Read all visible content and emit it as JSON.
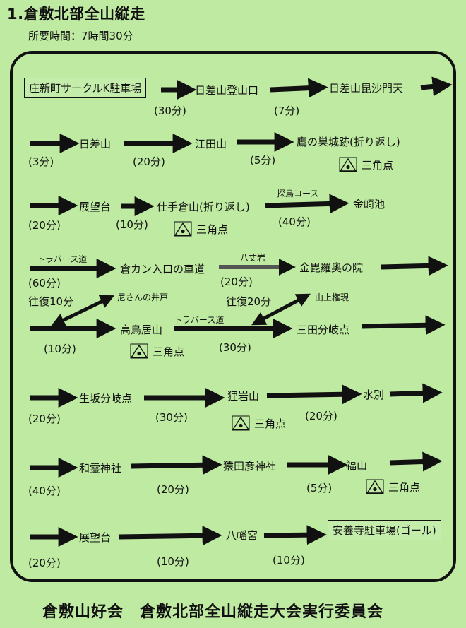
{
  "title": "1.倉敷北部全山縦走",
  "required_time": "所要時間：7時間30分",
  "start": "庄新町サークルK駐車場",
  "goal": "安養寺駐車場(ゴール)",
  "rows": [
    {
      "places": [
        "日差山登山口",
        "日差山毘沙門天"
      ],
      "durations": [
        "(30分)",
        "(7分)"
      ]
    },
    {
      "places": [
        "日差山",
        "江田山",
        "鷹の巣城跡(折り返し)"
      ],
      "durations": [
        "(3分)",
        "(20分)",
        "(5分)"
      ]
    },
    {
      "places": [
        "展望台",
        "仕手倉山(折り返し)",
        "金崎池"
      ],
      "durations": [
        "(20分)",
        "(10分)",
        "(40分)"
      ],
      "route_label": "探鳥コース"
    },
    {
      "places": [
        "倉カン入口の車道",
        "金毘羅奥の院"
      ],
      "durations": [
        "(60分)",
        "(20分)"
      ],
      "route_labels": [
        "トラバース道",
        "八丈岩"
      ]
    },
    {
      "places": [
        "高鳥居山",
        "三田分岐点"
      ],
      "durations": [
        "(10分)",
        "(30分)"
      ],
      "side_trips": [
        "往復10分",
        "往復20分"
      ],
      "side_places": [
        "尼さんの井戸",
        "山上権現"
      ],
      "route_label": "トラバース道"
    },
    {
      "places": [
        "生坂分岐点",
        "狸岩山",
        "水別"
      ],
      "durations": [
        "(20分)",
        "(30分)",
        "(20分)"
      ]
    },
    {
      "places": [
        "和霊神社",
        "猿田彦神社",
        "福山"
      ],
      "durations": [
        "(40分)",
        "(20分)",
        "(5分)"
      ]
    },
    {
      "places": [
        "展望台",
        "八幡宮"
      ],
      "durations": [
        "(20分)",
        "(10分)",
        "(10分)"
      ]
    }
  ],
  "triangulation_label": "三角点",
  "footer": "倉敷山好会　倉敷北部全山縦走大会実行委員会",
  "colors": {
    "background": "#bfeaa2",
    "ink": "#111111"
  }
}
